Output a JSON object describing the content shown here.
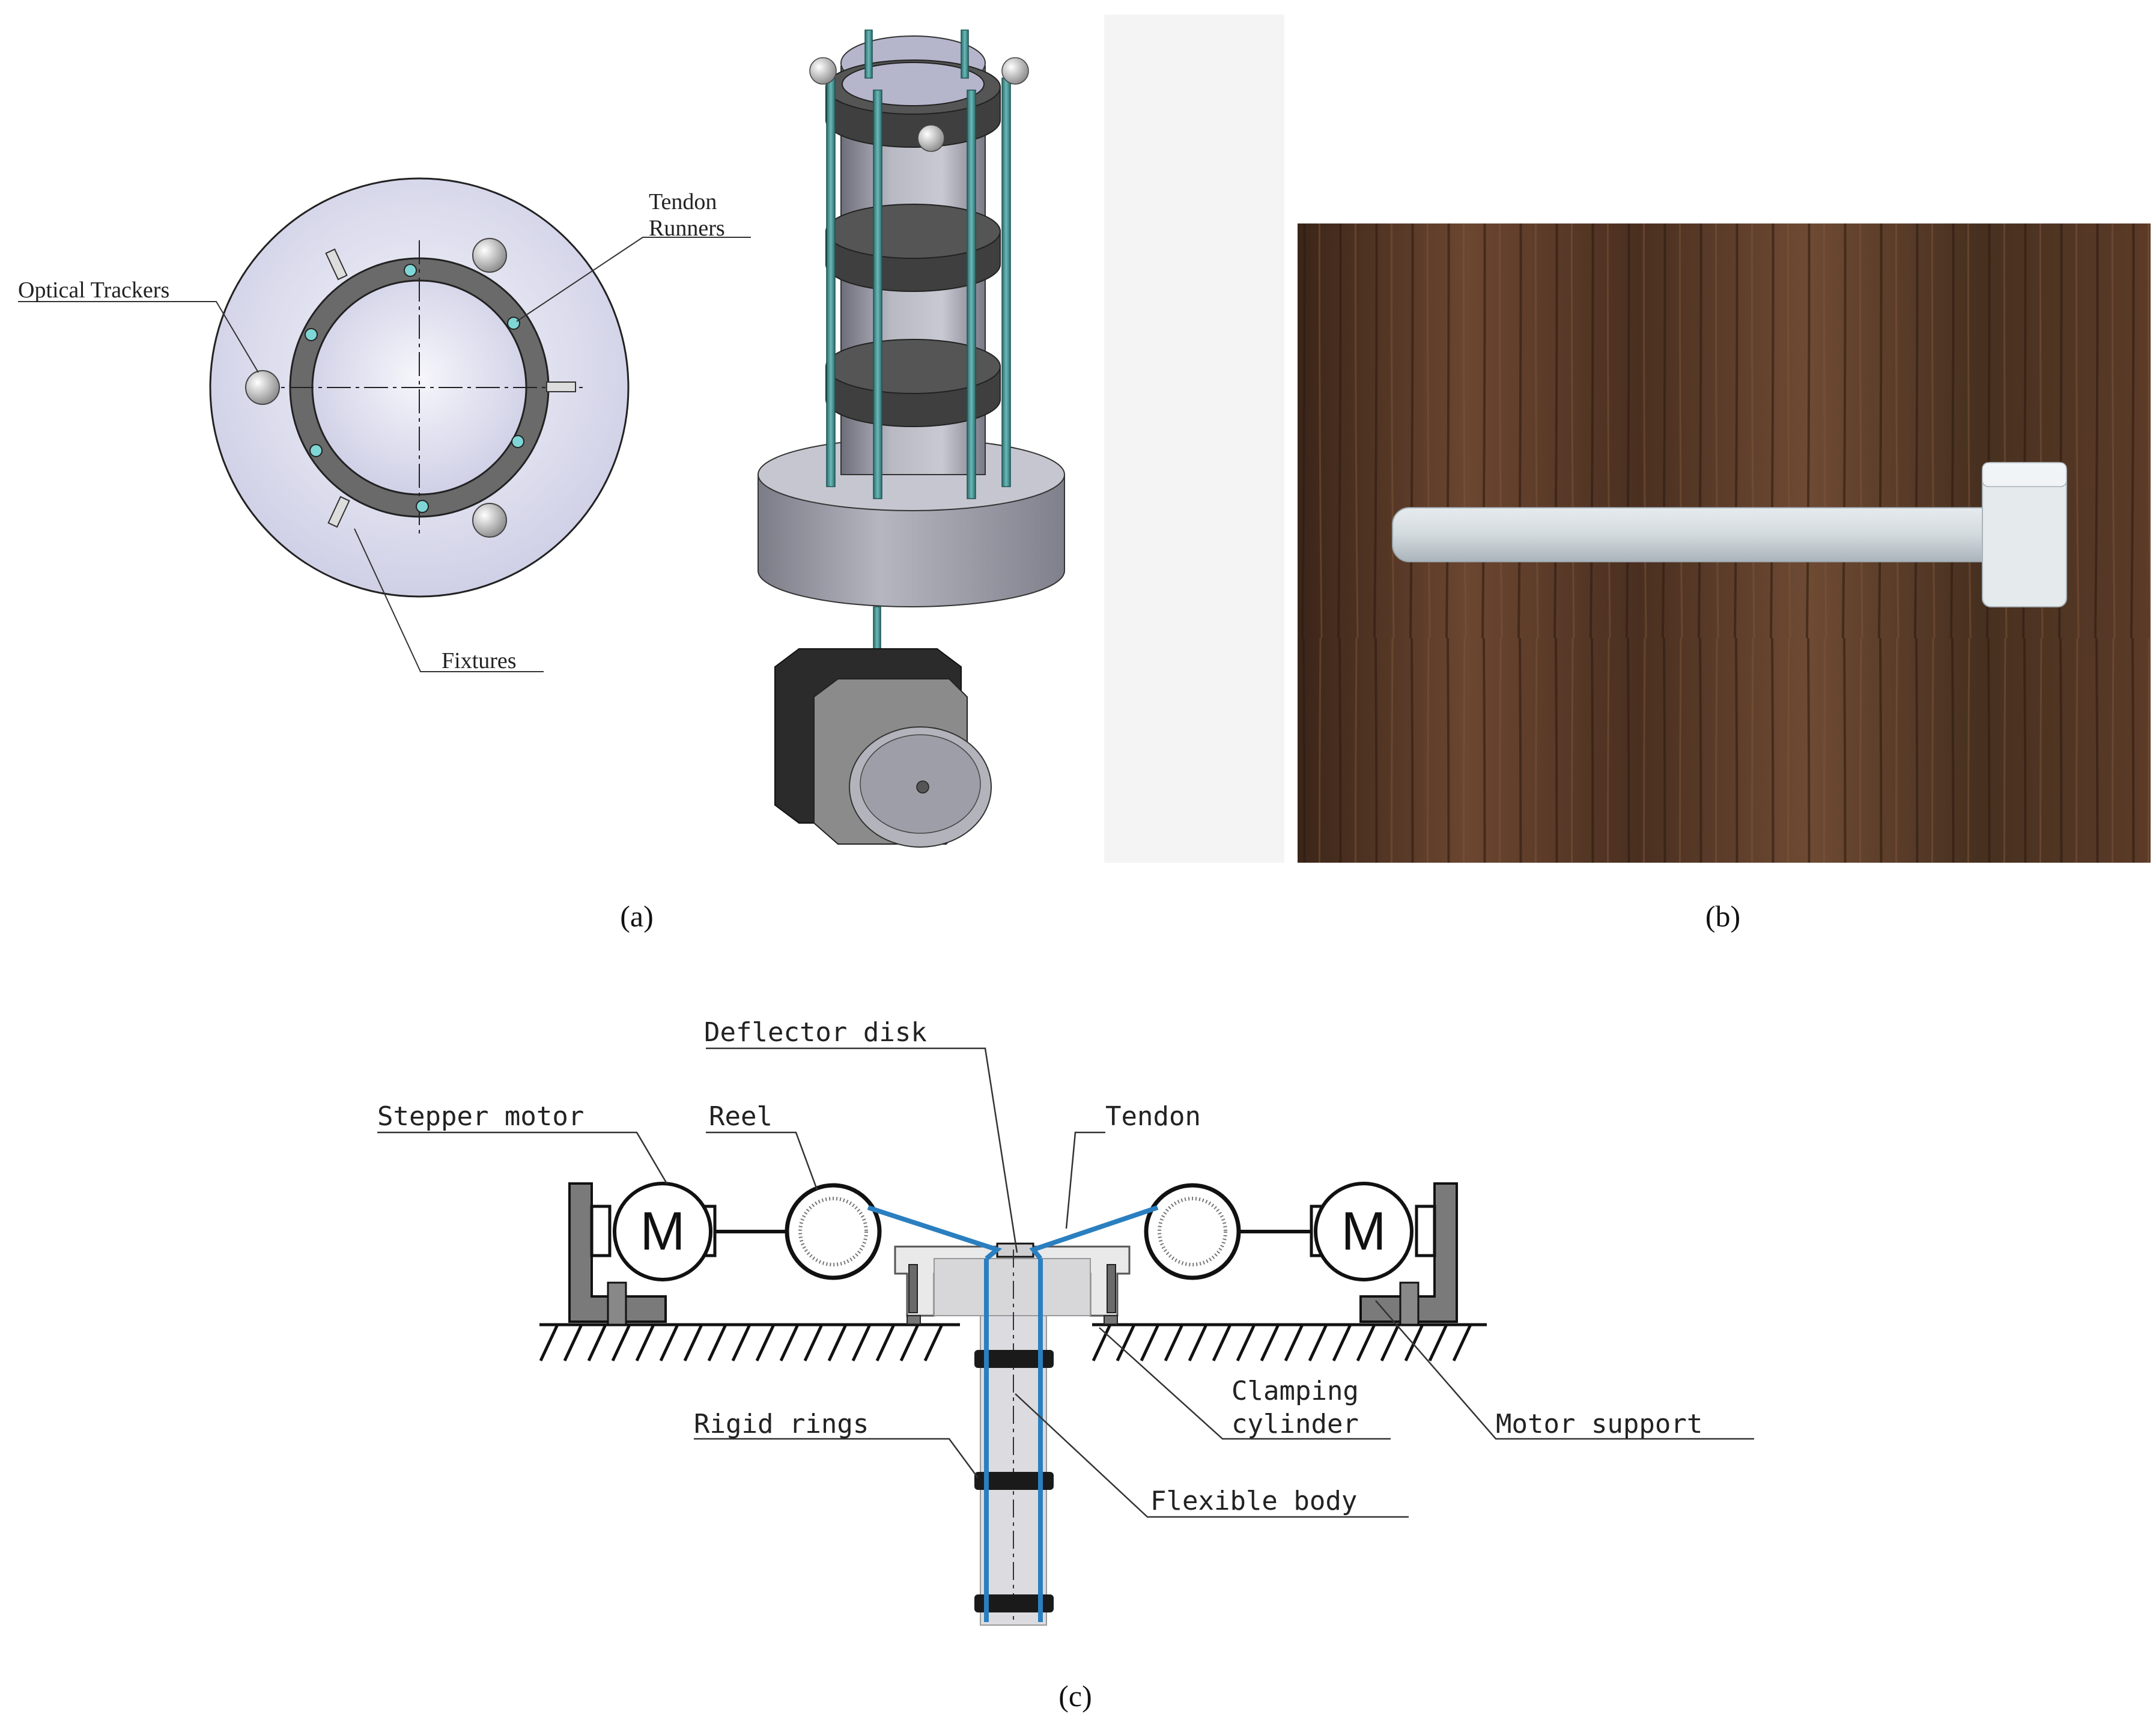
{
  "panel_a": {
    "caption": "(a)",
    "labels": {
      "optical_trackers": "Optical Trackers",
      "tendon_runners_line1": "Tendon",
      "tendon_runners_line2": "Runners",
      "fixtures": "Fixtures"
    }
  },
  "panel_b": {
    "caption": "(b)"
  },
  "panel_c": {
    "caption": "(c)",
    "motor_letter": "M",
    "labels": {
      "deflector_disk": "Deflector disk",
      "stepper_motor": "Stepper motor",
      "reel": "Reel",
      "tendon": "Tendon",
      "clamping_line1": "Clamping",
      "clamping_line2": "cylinder",
      "motor_support": "Motor support",
      "rigid_rings": "Rigid rings",
      "flexible_body": "Flexible body"
    }
  },
  "colors": {
    "tendon": "#2a7fc0",
    "teal_rod": "#3f8f8f",
    "ring_dark": "#3d3d3d",
    "cad_grey": "#a7a7b0",
    "wood": "#5a3d2b"
  }
}
